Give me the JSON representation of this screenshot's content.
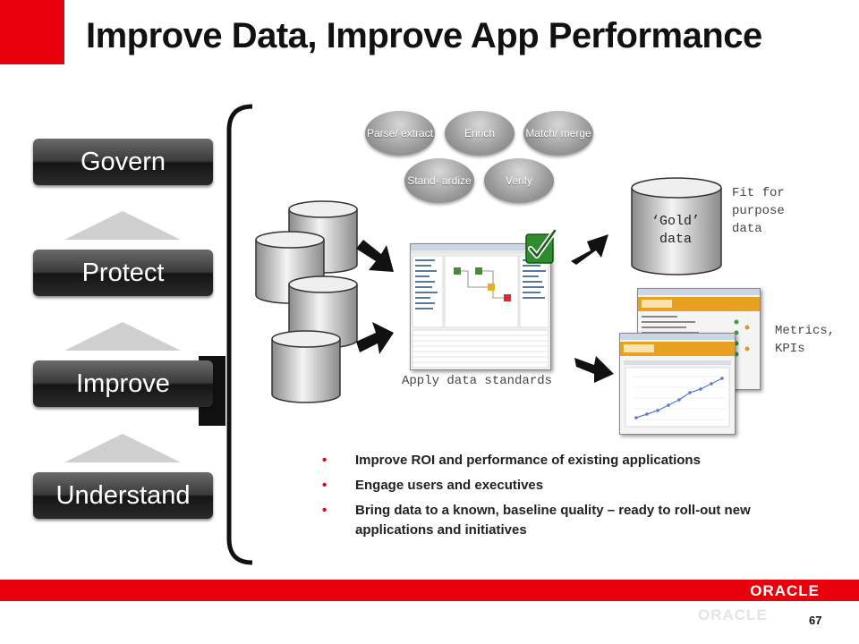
{
  "title": "Improve Data, Improve App Performance",
  "stages": [
    {
      "label": "Govern"
    },
    {
      "label": "Protect"
    },
    {
      "label": "Improve"
    },
    {
      "label": "Understand"
    }
  ],
  "process_ops": [
    {
      "label": "Parse/ extract"
    },
    {
      "label": "Enrich"
    },
    {
      "label": "Match/ merge"
    },
    {
      "label": "Stand- ardize"
    },
    {
      "label": "Verify"
    }
  ],
  "gold": {
    "label": "‘Gold’ data",
    "note": "Fit for purpose data"
  },
  "metrics_note": "Metrics, KPIs",
  "apply_label": "Apply data standards",
  "bullets": [
    "Improve ROI and performance of existing applications",
    "Engage users and executives",
    "Bring data to a known, baseline quality – ready to roll-out new applications and initiatives"
  ],
  "footer": {
    "brand": "ORACLE",
    "page": "67"
  },
  "colors": {
    "accent": "#e8000d",
    "stage_button": "#2a2a2a",
    "triangle": "#cfcfcf"
  }
}
